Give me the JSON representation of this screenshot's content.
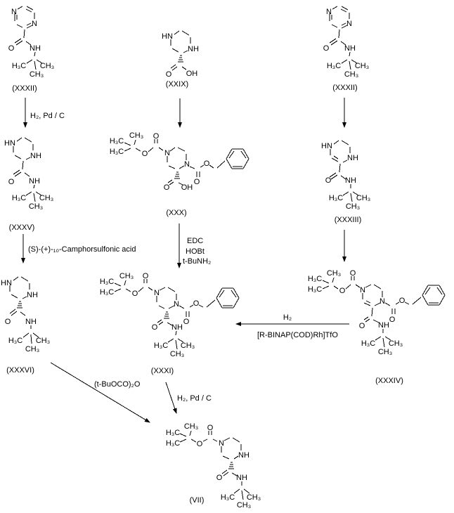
{
  "scheme": {
    "bg_color": "#ffffff",
    "bond_color": "#000000",
    "text_color": "#000000",
    "compounds": {
      "xxxii_left": {
        "label": "(XXXII)",
        "atoms": [
          "N",
          "N",
          "O",
          "NH",
          "H₃C",
          "CH₃",
          "CH₃"
        ]
      },
      "xxix": {
        "label": "(XXIX)",
        "atoms": [
          "HN",
          "NH",
          "O",
          "OH"
        ]
      },
      "xxxii_right": {
        "label": "(XXXII)",
        "atoms": [
          "N",
          "N",
          "O",
          "NH",
          "H₃C",
          "CH₃",
          "CH₃"
        ]
      },
      "xxxv": {
        "label": "(XXXV)",
        "atoms": [
          "HN",
          "NH",
          "O",
          "NH",
          "H₃C",
          "CH₃",
          "CH₃"
        ]
      },
      "xxx": {
        "label": "(XXX)",
        "atoms": [
          "CH₃",
          "H₃C",
          "H₃C",
          "O",
          "O",
          "N",
          "N",
          "O",
          "O",
          "O",
          "OH"
        ]
      },
      "xxxiii": {
        "label": "(XXXIII)",
        "atoms": [
          "HN",
          "NH",
          "O",
          "NH",
          "H₃C",
          "CH₃",
          "CH₃"
        ]
      },
      "xxxvi": {
        "label": "(XXXVI)",
        "atoms": [
          "HN",
          "NH",
          "O",
          "NH",
          "H₃C",
          "CH₃",
          "CH₃"
        ]
      },
      "xxxi": {
        "label": "(XXXI)",
        "atoms": [
          "CH₃",
          "H₃C",
          "H₃C",
          "O",
          "O",
          "N",
          "N",
          "O",
          "O",
          "O",
          "NH",
          "H₃C",
          "CH₃",
          "CH₃"
        ]
      },
      "xxxiv": {
        "label": "(XXXIV)",
        "atoms": [
          "CH₃",
          "H₃C",
          "H₃C",
          "O",
          "O",
          "N",
          "N",
          "O",
          "O",
          "O",
          "NH",
          "H₃C",
          "CH₃",
          "CH₃"
        ]
      },
      "vii": {
        "label": "(VII)",
        "atoms": [
          "CH₃",
          "H₃C",
          "H₃C",
          "O",
          "O",
          "N",
          "NH",
          "O",
          "NH",
          "H₃C",
          "CH₃",
          "CH₃"
        ]
      }
    },
    "reactions": {
      "xxxii_to_xxxv": {
        "conditions": [
          "H₂, Pd / C"
        ]
      },
      "xxxv_to_xxxvi": {
        "conditions": [
          "(S)-(+)-₁₀-Camphorsulfonic acid"
        ]
      },
      "xxxvi_to_vii": {
        "conditions": [
          "(t-BuOCO)₂O"
        ]
      },
      "xxix_to_xxx": {
        "conditions": []
      },
      "xxx_to_xxxi": {
        "conditions": [
          "EDC",
          "HOBt",
          "t-BuNH₂"
        ]
      },
      "xxxi_to_vii": {
        "conditions": [
          "H₂, Pd / C"
        ]
      },
      "xxxii_to_xxxiii": {
        "conditions": []
      },
      "xxxiii_to_xxxiv": {
        "conditions": []
      },
      "xxxiv_to_xxxi": {
        "conditions": [
          "H₂",
          "[R-BINAP(COD)Rh]TfO"
        ]
      }
    }
  }
}
